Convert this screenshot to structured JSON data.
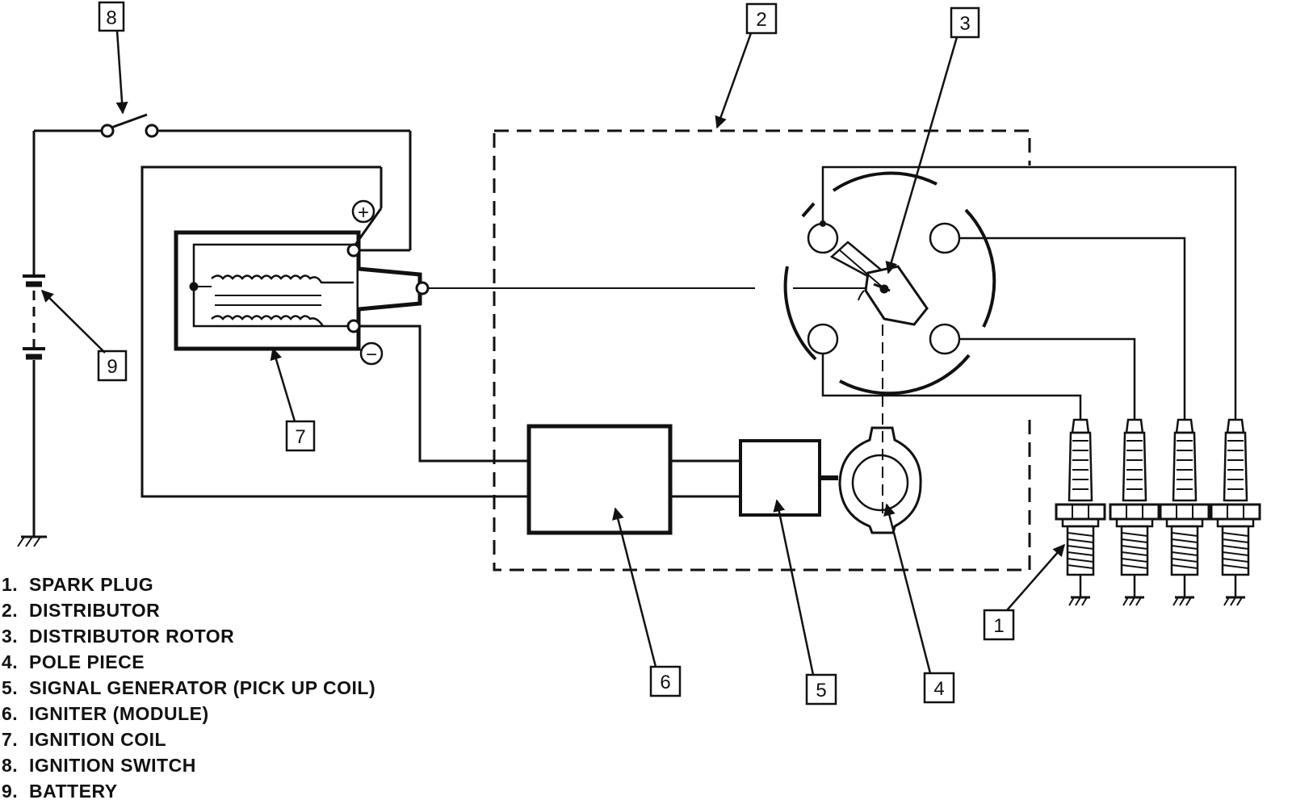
{
  "callouts": [
    "1",
    "2",
    "3",
    "4",
    "5",
    "6",
    "7",
    "8",
    "9"
  ],
  "coil_terminals": {
    "positive": "+",
    "negative": "−"
  },
  "legend": [
    {
      "num": "1.",
      "label": "SPARK PLUG"
    },
    {
      "num": "2.",
      "label": "DISTRIBUTOR"
    },
    {
      "num": "3.",
      "label": "DISTRIBUTOR ROTOR"
    },
    {
      "num": "4.",
      "label": "POLE PIECE"
    },
    {
      "num": "5.",
      "label": "SIGNAL GENERATOR (PICK UP COIL)"
    },
    {
      "num": "6.",
      "label": "IGNITER (MODULE)"
    },
    {
      "num": "7.",
      "label": "IGNITION COIL"
    },
    {
      "num": "8.",
      "label": "IGNITION SWITCH"
    },
    {
      "num": "9.",
      "label": "BATTERY"
    }
  ],
  "colors": {
    "line": "#111111",
    "background": "#ffffff"
  }
}
